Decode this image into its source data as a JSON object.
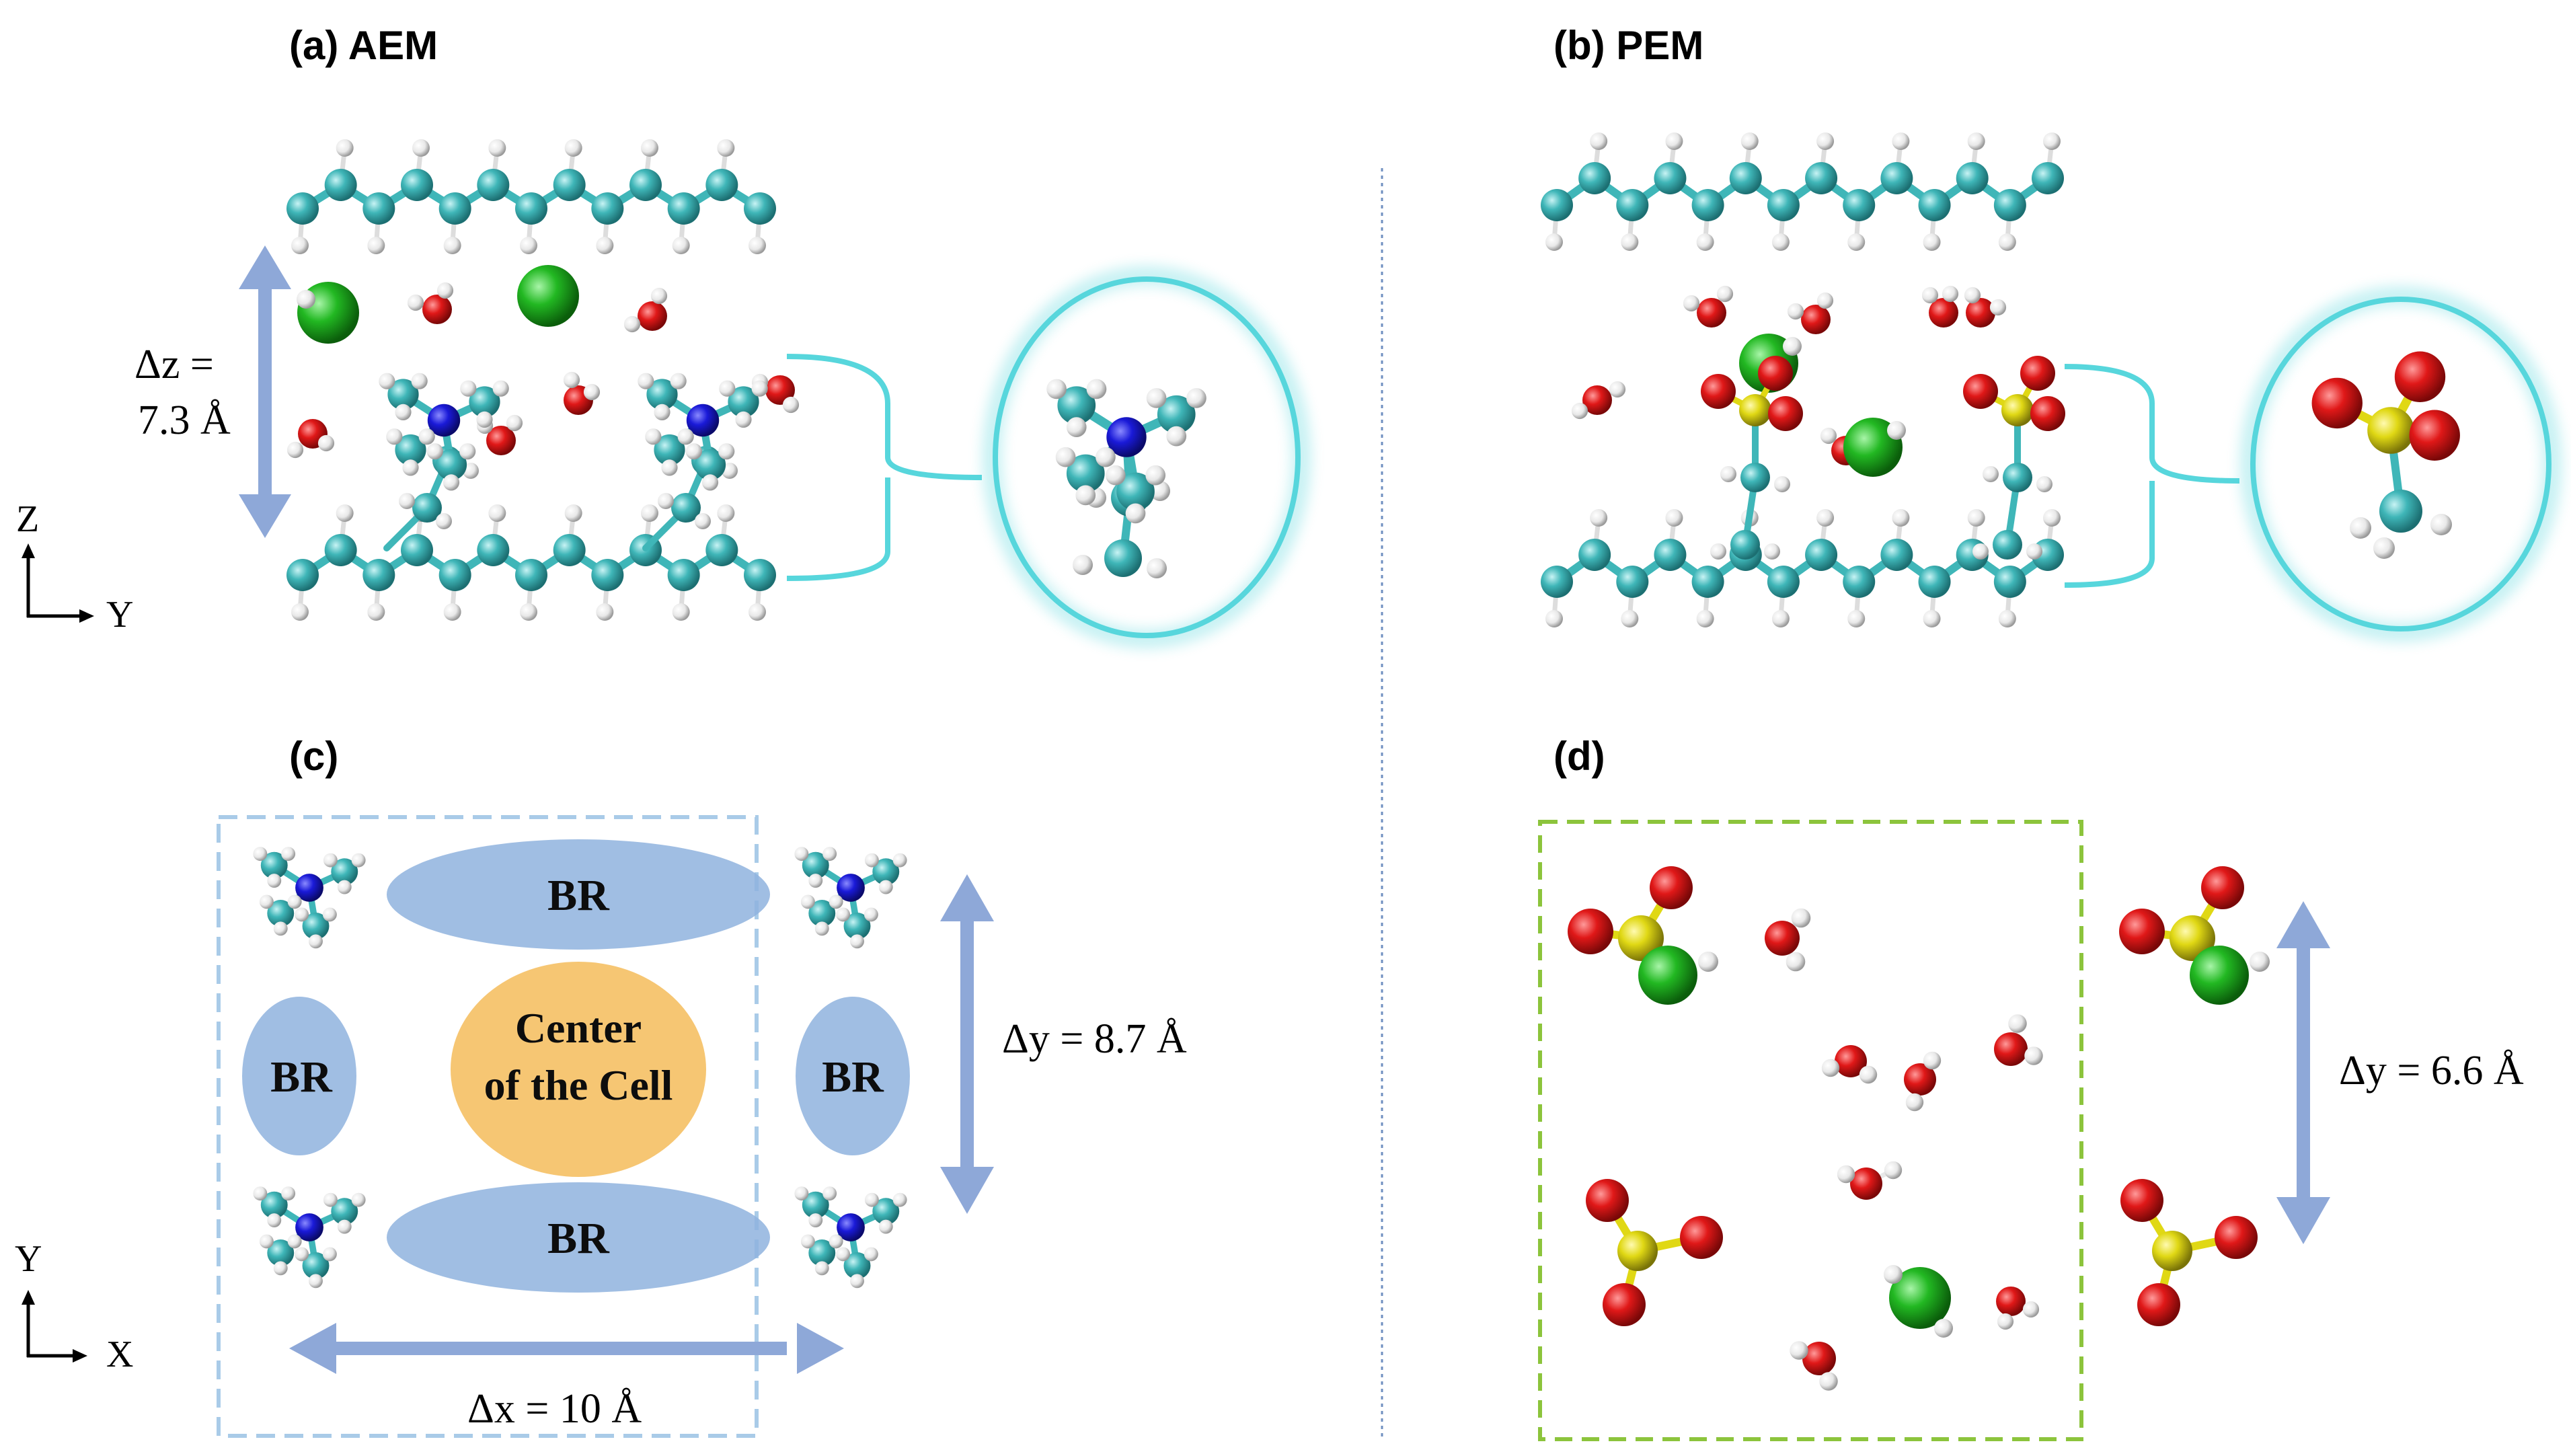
{
  "panels": {
    "a": {
      "label": "(a) AEM"
    },
    "b": {
      "label": "(b) PEM"
    },
    "c": {
      "label": "(c)"
    },
    "d": {
      "label": "(d)"
    }
  },
  "dimensions": {
    "dz_line1": "Δz =",
    "dz_line2": "7.3 Å",
    "dy_c": "Δy = 8.7 Å",
    "dx_c": "Δx = 10 Å",
    "dy_d": "Δy = 6.6 Å"
  },
  "regions": {
    "br": "BR",
    "center_line1": "Center",
    "center_line2": "of the Cell"
  },
  "axes": {
    "top": {
      "vertical": "Z",
      "horizontal": "Y"
    },
    "bottom": {
      "vertical": "Y",
      "horizontal": "X"
    }
  },
  "colors": {
    "carbon": "#3fb6b8",
    "hydrogen": "#f2f2f2",
    "oxygen": "#e01818",
    "nitrogen": "#1a1ad8",
    "sulfur": "#e0d814",
    "chloride": "#22b822",
    "arrow": "#8ea8d8",
    "br_region": "#8fb3de",
    "center_region": "#f6c36b",
    "halo": "#57d6dc",
    "box_c": "#a9cbe8",
    "box_d": "#8cc43c"
  }
}
